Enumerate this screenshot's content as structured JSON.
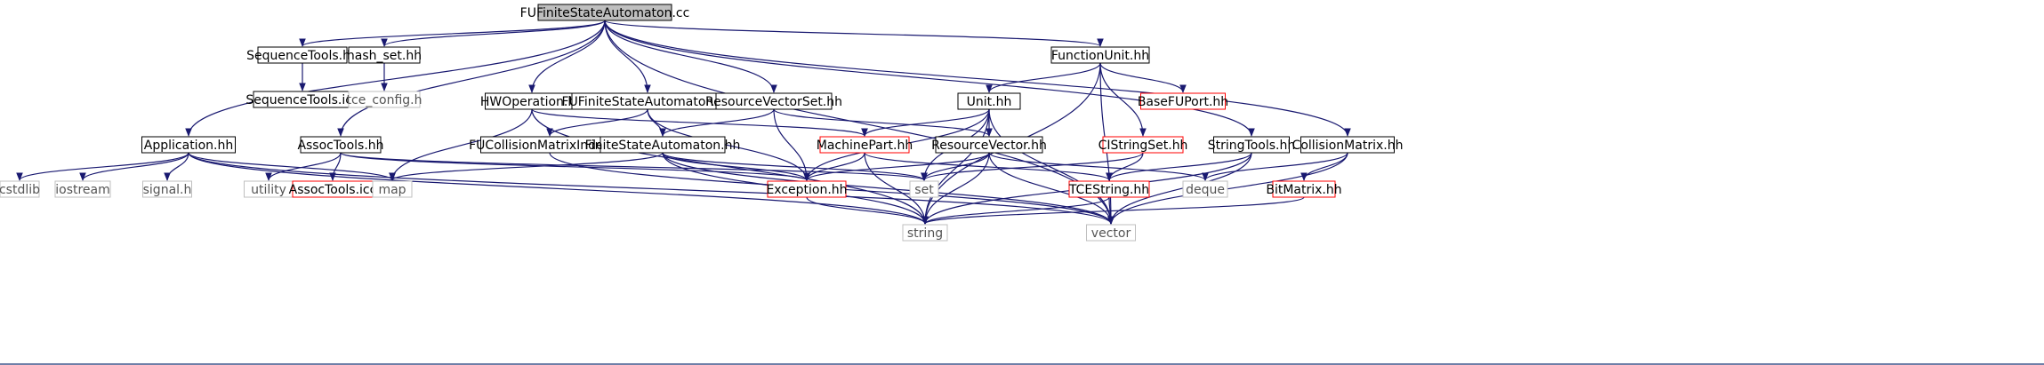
{
  "colors": {
    "edge": "#191970",
    "root_fill": "#bfbfbf",
    "normal_border": "#000000",
    "red_border": "#ff0000",
    "gray_border": "#bfbfbf",
    "rule": "#6f7fa8"
  },
  "nodes": [
    {
      "id": "root",
      "label": "FUFiniteStateAutomaton.cc",
      "kind": "root"
    },
    {
      "id": "seqtools",
      "label": "SequenceTools.hh",
      "kind": "normal"
    },
    {
      "id": "hashset",
      "label": "hash_set.hh",
      "kind": "normal"
    },
    {
      "id": "seqicc",
      "label": "SequenceTools.icc",
      "kind": "normal"
    },
    {
      "id": "tceconfig",
      "label": "tce_config.h",
      "kind": "gray"
    },
    {
      "id": "functionunit",
      "label": "FunctionUnit.hh",
      "kind": "normal"
    },
    {
      "id": "unit",
      "label": "Unit.hh",
      "kind": "normal"
    },
    {
      "id": "basefuport",
      "label": "BaseFUPort.hh",
      "kind": "red"
    },
    {
      "id": "hwop",
      "label": "HWOperation.hh",
      "kind": "normal"
    },
    {
      "id": "fufsahh",
      "label": "FUFiniteStateAutomaton.hh",
      "kind": "normal"
    },
    {
      "id": "rvset",
      "label": "ResourceVectorSet.hh",
      "kind": "normal"
    },
    {
      "id": "application",
      "label": "Application.hh",
      "kind": "normal"
    },
    {
      "id": "assoctools",
      "label": "AssocTools.hh",
      "kind": "normal"
    },
    {
      "id": "fucmi",
      "label": "FUCollisionMatrixIndex.hh",
      "kind": "normal"
    },
    {
      "id": "fsa",
      "label": "FiniteStateAutomaton.hh",
      "kind": "normal"
    },
    {
      "id": "machinepart",
      "label": "MachinePart.hh",
      "kind": "red"
    },
    {
      "id": "resvec",
      "label": "ResourceVector.hh",
      "kind": "normal"
    },
    {
      "id": "cistring",
      "label": "CIStringSet.hh",
      "kind": "red"
    },
    {
      "id": "stringtools",
      "label": "StringTools.hh",
      "kind": "normal"
    },
    {
      "id": "colmatrix",
      "label": "CollisionMatrix.hh",
      "kind": "normal"
    },
    {
      "id": "cstdlib",
      "label": "cstdlib",
      "kind": "gray"
    },
    {
      "id": "iostream",
      "label": "iostream",
      "kind": "gray"
    },
    {
      "id": "signalh",
      "label": "signal.h",
      "kind": "gray"
    },
    {
      "id": "utility",
      "label": "utility",
      "kind": "gray"
    },
    {
      "id": "associcc",
      "label": "AssocTools.icc",
      "kind": "red"
    },
    {
      "id": "map",
      "label": "map",
      "kind": "gray"
    },
    {
      "id": "exception",
      "label": "Exception.hh",
      "kind": "red"
    },
    {
      "id": "set",
      "label": "set",
      "kind": "gray"
    },
    {
      "id": "tcestring",
      "label": "TCEString.hh",
      "kind": "red"
    },
    {
      "id": "deque",
      "label": "deque",
      "kind": "gray"
    },
    {
      "id": "bitmatrix",
      "label": "BitMatrix.hh",
      "kind": "red"
    },
    {
      "id": "string",
      "label": "string",
      "kind": "gray"
    },
    {
      "id": "vector",
      "label": "vector",
      "kind": "gray"
    }
  ],
  "edges": [
    [
      "root",
      "seqtools"
    ],
    [
      "root",
      "hashset"
    ],
    [
      "root",
      "functionunit"
    ],
    [
      "root",
      "hwop"
    ],
    [
      "root",
      "fufsahh"
    ],
    [
      "root",
      "rvset"
    ],
    [
      "root",
      "application"
    ],
    [
      "root",
      "assoctools"
    ],
    [
      "root",
      "stringtools"
    ],
    [
      "root",
      "colmatrix"
    ],
    [
      "root",
      "vector"
    ],
    [
      "seqtools",
      "seqicc"
    ],
    [
      "hashset",
      "tceconfig"
    ],
    [
      "functionunit",
      "unit"
    ],
    [
      "functionunit",
      "basefuport"
    ],
    [
      "functionunit",
      "cistring"
    ],
    [
      "functionunit",
      "string"
    ],
    [
      "functionunit",
      "vector"
    ],
    [
      "unit",
      "machinepart"
    ],
    [
      "unit",
      "exception"
    ],
    [
      "unit",
      "set"
    ],
    [
      "unit",
      "string"
    ],
    [
      "unit",
      "vector"
    ],
    [
      "unit",
      "resvec"
    ],
    [
      "hwop",
      "machinepart"
    ],
    [
      "hwop",
      "map"
    ],
    [
      "hwop",
      "string"
    ],
    [
      "fufsahh",
      "fucmi"
    ],
    [
      "fufsahh",
      "fsa"
    ],
    [
      "fufsahh",
      "exception"
    ],
    [
      "rvset",
      "fsa"
    ],
    [
      "rvset",
      "resvec"
    ],
    [
      "rvset",
      "exception"
    ],
    [
      "application",
      "cstdlib"
    ],
    [
      "application",
      "iostream"
    ],
    [
      "application",
      "signalh"
    ],
    [
      "application",
      "map"
    ],
    [
      "application",
      "string"
    ],
    [
      "application",
      "vector"
    ],
    [
      "assoctools",
      "utility"
    ],
    [
      "assoctools",
      "associcc"
    ],
    [
      "assoctools",
      "set"
    ],
    [
      "assoctools",
      "exception"
    ],
    [
      "fucmi",
      "vector"
    ],
    [
      "fsa",
      "map"
    ],
    [
      "fsa",
      "exception"
    ],
    [
      "fsa",
      "set"
    ],
    [
      "fsa",
      "string"
    ],
    [
      "fsa",
      "vector"
    ],
    [
      "machinepart",
      "exception"
    ],
    [
      "machinepart",
      "string"
    ],
    [
      "machinepart",
      "tcestring"
    ],
    [
      "resvec",
      "exception"
    ],
    [
      "resvec",
      "set"
    ],
    [
      "resvec",
      "string"
    ],
    [
      "resvec",
      "vector"
    ],
    [
      "resvec",
      "deque"
    ],
    [
      "cistring",
      "set"
    ],
    [
      "cistring",
      "tcestring"
    ],
    [
      "stringtools",
      "tcestring"
    ],
    [
      "stringtools",
      "string"
    ],
    [
      "stringtools",
      "vector"
    ],
    [
      "colmatrix",
      "deque"
    ],
    [
      "colmatrix",
      "bitmatrix"
    ],
    [
      "colmatrix",
      "vector"
    ],
    [
      "exception",
      "string"
    ],
    [
      "tcestring",
      "string"
    ],
    [
      "tcestring",
      "vector"
    ],
    [
      "bitmatrix",
      "string"
    ]
  ]
}
